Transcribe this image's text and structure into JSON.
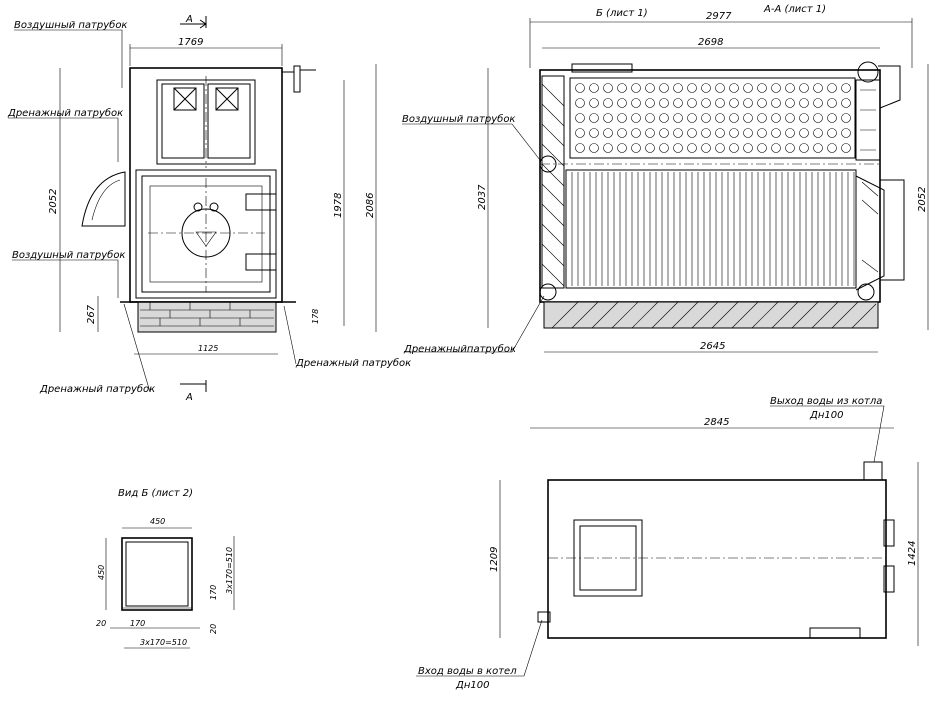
{
  "labels": {
    "air_pipe_top": "Воздушный патрубок",
    "drain_pipe_left": "Дренажный патрубок",
    "air_pipe_mid": "Воздушный патрубок",
    "drain_pipe_bottom_left": "Дренажный патрубок",
    "drain_pipe_bottom_right": "Дренажный патрубок",
    "air_pipe_section": "Воздушный патрубок",
    "drain_pipe_section": "Дренажныйпатрубок",
    "water_out": "Выход воды из котла",
    "water_out_size": "Дн100",
    "water_in": "Вход воды в котел",
    "water_in_size": "Дн100",
    "view_b": "Вид Б (лист 2)",
    "section_aa": "А-А (лист 1)",
    "view_b_ref": "Б (лист 1)",
    "cut_a_top": "А",
    "cut_a_bottom": "А"
  },
  "dims": {
    "front_width": "1769",
    "front_height_left": "2052",
    "front_height_mid": "1978",
    "front_height_right": "2086",
    "front_base": "267",
    "front_base_r": "178",
    "front_bottom": "1125",
    "sec_width_top": "2977",
    "sec_width_inner": "2698",
    "sec_width_bottom": "2645",
    "sec_height_left": "2037",
    "sec_height_right": "2052",
    "plan_width": "2845",
    "plan_height_left": "1209",
    "plan_height_right": "1424",
    "vb_top": "450",
    "vb_left": "450",
    "vb_right": "3х170=510",
    "vb_mid": "170",
    "vb_bottom_left": "20",
    "vb_bottom_mid": "170",
    "vb_bottom_right": "20",
    "vb_bottom": "3х170=510"
  }
}
